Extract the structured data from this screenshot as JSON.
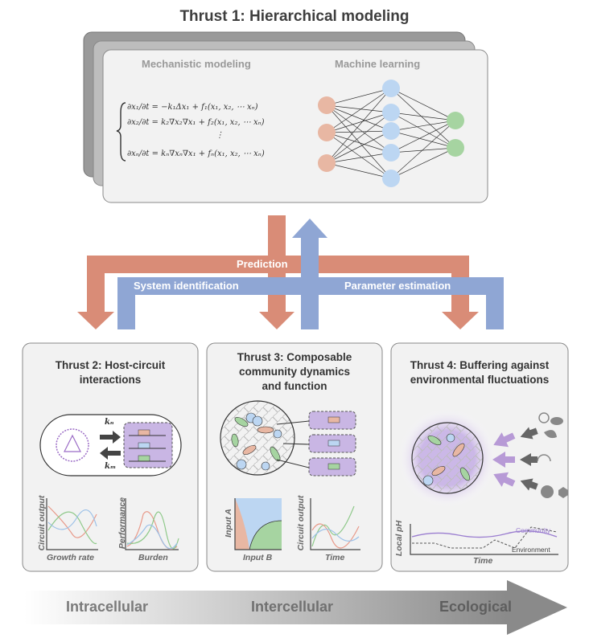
{
  "title": "Thrust 1: Hierarchical modeling",
  "thrust1": {
    "mechanistic_label": "Mechanistic modeling",
    "ml_label": "Machine learning",
    "equations": [
      "∂x₁/∂t = −k₁Δx₁ + f₁(x₁, x₂, ⋯ xₙ)",
      "∂x₂/∂t = k₂∇x₂∇x₁ + f₂(x₁, x₂, ⋯ xₙ)",
      "⋮",
      "∂xₙ/∂t = kₙ∇xₙ∇x₁ + fₙ(x₁, x₂, ⋯ xₙ)"
    ]
  },
  "arrows": {
    "prediction": "Prediction",
    "system_identification": "System identification",
    "parameter_estimation": "Parameter estimation"
  },
  "thrust2": {
    "title_line1": "Thrust 2: Host-circuit",
    "title_line2": "interactions",
    "k_top": "kₙ",
    "k_bottom": "kₘ",
    "plot1_ylabel": "Circuit output",
    "plot1_xlabel": "Growth rate",
    "plot2_ylabel": "Performance",
    "plot2_xlabel": "Burden"
  },
  "thrust3": {
    "title_line1": "Thrust 3: Composable",
    "title_line2": "community dynamics",
    "title_line3": "and function",
    "plot1_ylabel": "Input A",
    "plot1_xlabel": "Input B",
    "plot2_ylabel": "Circuit output",
    "plot2_xlabel": "Time"
  },
  "thrust4": {
    "title_line1": "Thrust 4: Buffering against",
    "title_line2": "environmental fluctuations",
    "plot_ylabel": "Local pH",
    "plot_xlabel": "Time",
    "legend_community": "Community",
    "legend_environment": "Environment"
  },
  "scale": {
    "intracellular": "Intracellular",
    "intercellular": "Intercellular",
    "ecological": "Ecological"
  },
  "colors": {
    "salmon_arrow": "#d98c77",
    "blue_arrow": "#8fa6d4",
    "purple": "#b79ad6",
    "panel_bg": "#f2f2f2",
    "node_salmon": "#e8b7a3",
    "node_blue": "#bcd6f2",
    "node_green": "#a6d4a1"
  }
}
